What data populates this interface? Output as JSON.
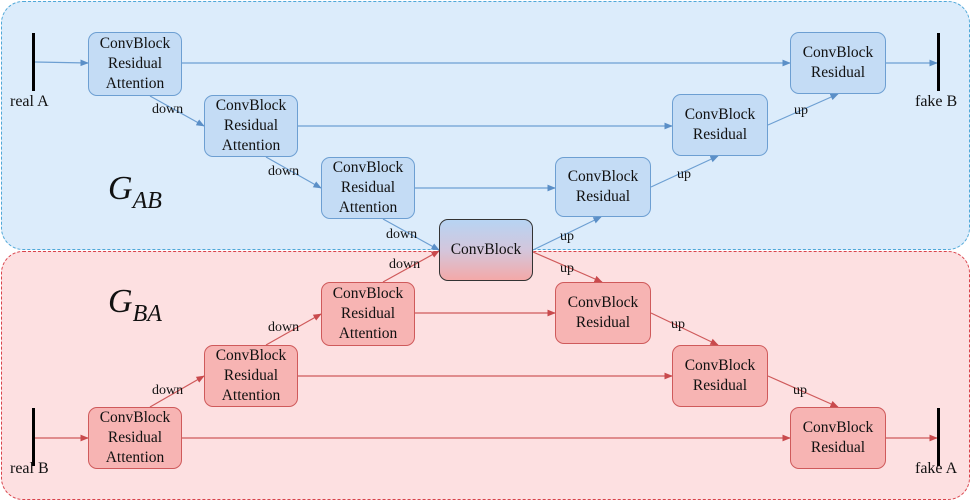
{
  "generators": {
    "ab": {
      "symbol": "G",
      "subscript": "AB"
    },
    "ba": {
      "symbol": "G",
      "subscript": "BA"
    }
  },
  "io": {
    "real_a": "real A",
    "fake_b": "fake B",
    "real_b": "real B",
    "fake_a": "fake A"
  },
  "blocks": {
    "ab_enc1": [
      "ConvBlock",
      "Residual",
      "Attention"
    ],
    "ab_enc2": [
      "ConvBlock",
      "Residual",
      "Attention"
    ],
    "ab_enc3": [
      "ConvBlock",
      "Residual",
      "Attention"
    ],
    "ab_dec3": [
      "ConvBlock",
      "Residual"
    ],
    "ab_dec2": [
      "ConvBlock",
      "Residual"
    ],
    "ab_dec1": [
      "ConvBlock",
      "Residual"
    ],
    "bottleneck": [
      "ConvBlock"
    ],
    "ba_enc3": [
      "ConvBlock",
      "Residual",
      "Attention"
    ],
    "ba_enc2": [
      "ConvBlock",
      "Residual",
      "Attention"
    ],
    "ba_enc1": [
      "ConvBlock",
      "Residual",
      "Attention"
    ],
    "ba_dec3": [
      "ConvBlock",
      "Residual"
    ],
    "ba_dec2": [
      "ConvBlock",
      "Residual"
    ],
    "ba_dec1": [
      "ConvBlock",
      "Residual"
    ]
  },
  "edge_labels": {
    "down": "down",
    "up": "up"
  },
  "colors": {
    "ab_region": "#dcecfb",
    "ab_border": "#4fa8d8",
    "ab_box": "#c4dcf5",
    "ab_arrow": "#6d9fd2",
    "ba_region": "#fde0e1",
    "ba_border": "#d9434b",
    "ba_box": "#f7b4b3",
    "ba_arrow": "#cf5a5b"
  }
}
